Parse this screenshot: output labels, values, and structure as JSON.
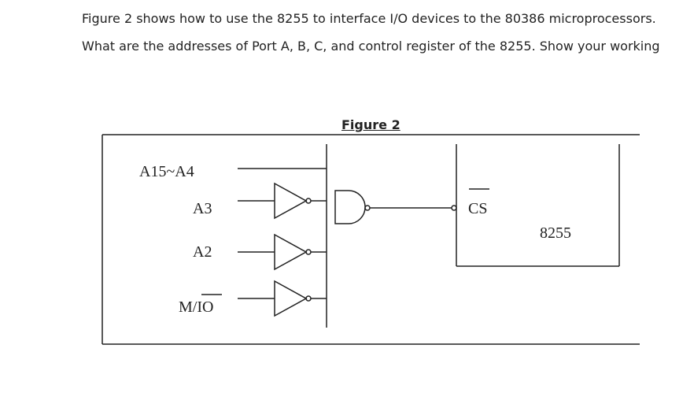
{
  "question": {
    "line1": "Figure 2 shows how to use the 8255 to interface I/O devices to the 80386 microprocessors.",
    "line2": "What are the addresses of Port A, B, C, and control register of the 8255. Show your working"
  },
  "figure": {
    "title": "Figure 2",
    "signals": {
      "a15_a4": "A15~A4",
      "a3": "A3",
      "a2": "A2",
      "m_io": "M/IO"
    },
    "chip": {
      "cs_label": "CS",
      "name": "8255"
    }
  }
}
